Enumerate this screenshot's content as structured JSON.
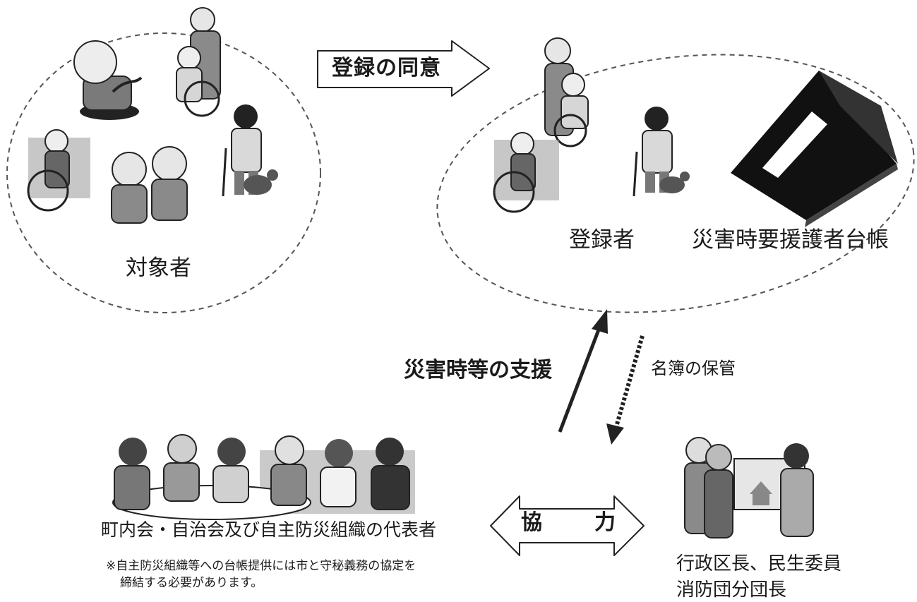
{
  "labels": {
    "target_persons": "対象者",
    "consent_arrow": "登録の同意",
    "registered_persons": "登録者",
    "ledger": "災害時要援護者台帳",
    "support_arrow": "災害時等の支援",
    "storage_arrow": "名簿の保管",
    "community_reps": "町内会・自治会及び自主防災組織の代表者",
    "note_line1": "※自主防災組織等への台帳提供には市と守秘義務の協定を",
    "note_line2": "締結する必要があります。",
    "cooperation_left": "協",
    "cooperation_right": "力",
    "officials_line1": "行政区長、民生委員",
    "officials_line2": "消防団分団長"
  }
}
